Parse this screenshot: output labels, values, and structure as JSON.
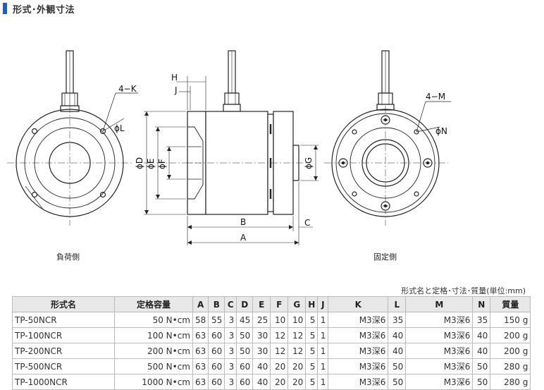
{
  "section_title": "形式･外観寸法",
  "captions": {
    "load_side": "負荷側",
    "fixed_side": "固定側"
  },
  "dims": {
    "k": "4−K",
    "l": "ϕL",
    "m": "4−M",
    "n": "ϕN",
    "h": "H",
    "j": "J",
    "d": "ϕD",
    "e": "ϕE",
    "f": "ϕF",
    "g": "ϕG",
    "b": "B",
    "a": "A",
    "c": "C"
  },
  "table": {
    "note": "形式名と定格･寸法･質量(単位:mm)",
    "headers": [
      "形式名",
      "定格容量",
      "A",
      "B",
      "C",
      "D",
      "E",
      "F",
      "G",
      "H",
      "J",
      "K",
      "L",
      "M",
      "N",
      "質量"
    ],
    "rows": [
      [
        "TP-50NCR",
        "50 N•cm",
        "58",
        "55",
        "3",
        "45",
        "25",
        "10",
        "10",
        "5",
        "1",
        "M3深6",
        "35",
        "M3深6",
        "35",
        "150 g"
      ],
      [
        "TP-100NCR",
        "100 N•cm",
        "63",
        "60",
        "3",
        "50",
        "30",
        "12",
        "12",
        "5",
        "1",
        "M3深6",
        "40",
        "M3深6",
        "40",
        "200 g"
      ],
      [
        "TP-200NCR",
        "200 N•cm",
        "63",
        "60",
        "3",
        "50",
        "30",
        "12",
        "12",
        "5",
        "1",
        "M3深6",
        "40",
        "M3深6",
        "40",
        "200 g"
      ],
      [
        "TP-500NCR",
        "500 N•cm",
        "63",
        "60",
        "3",
        "60",
        "40",
        "20",
        "20",
        "5",
        "1",
        "M3深6",
        "50",
        "M3深6",
        "50",
        "280 g"
      ],
      [
        "TP-1000NCR",
        "1000 N•cm",
        "63",
        "60",
        "3",
        "60",
        "40",
        "20",
        "20",
        "5",
        "1",
        "M3深6",
        "50",
        "M3深6",
        "50",
        "280 g"
      ]
    ]
  }
}
